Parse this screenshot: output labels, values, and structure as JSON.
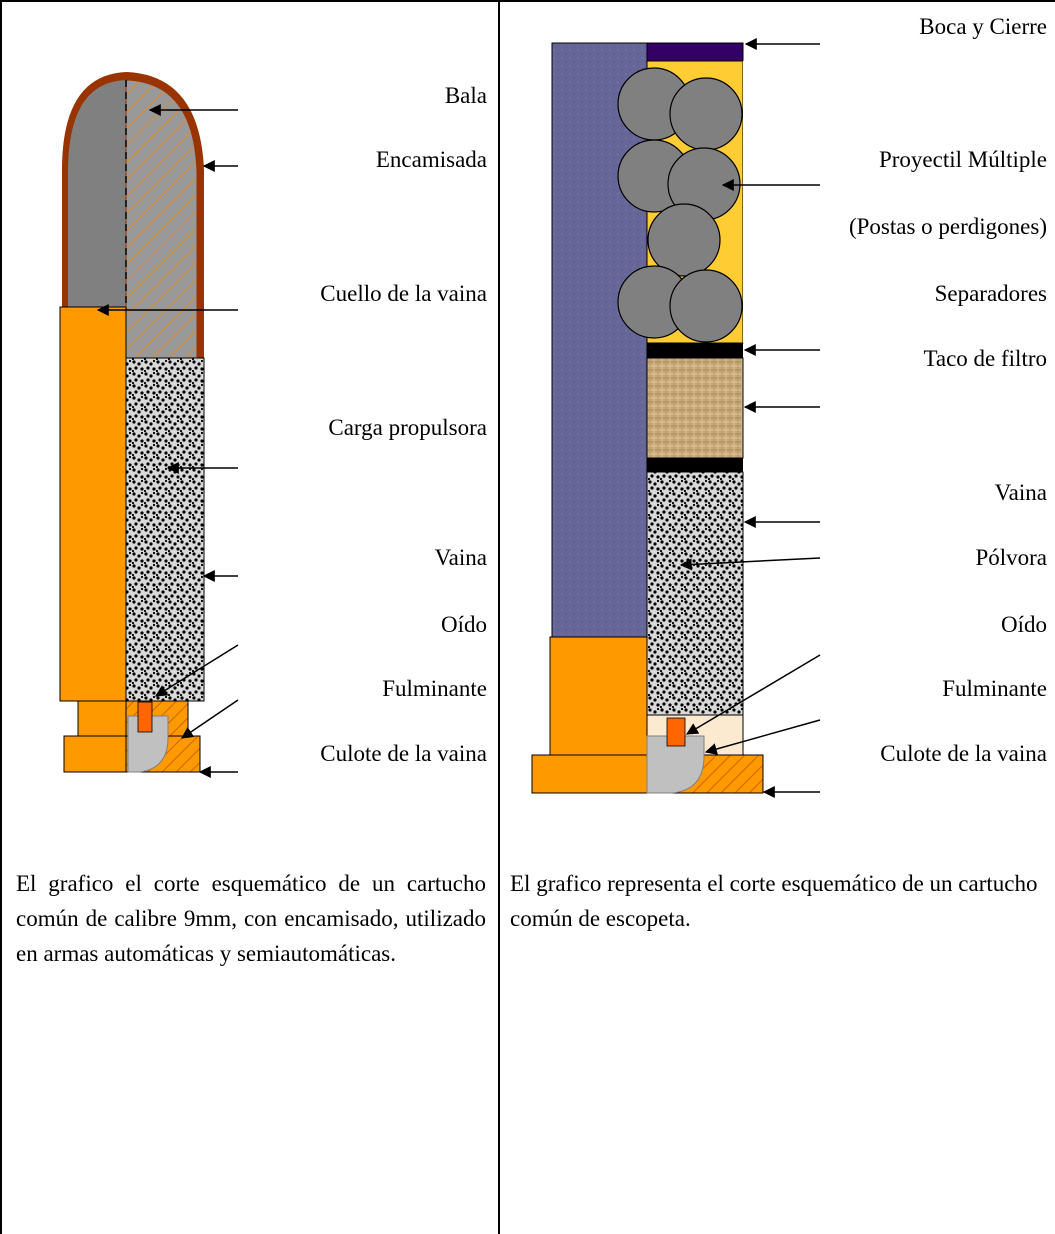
{
  "left_labels": {
    "bala": "Bala",
    "encamisada": "Encamisada",
    "cuello": "Cuello de la vaina",
    "carga": "Carga propulsora",
    "vaina": "Vaina",
    "oido": "Oído",
    "fulminante": "Fulminante",
    "culote": "Culote de la vaina"
  },
  "right_labels": {
    "boca": "Boca y Cierre",
    "proyectil": "Proyectil Múltiple",
    "postas": "(Postas o perdigones)",
    "separadores": "Separadores",
    "taco": "Taco de filtro",
    "vaina": "Vaina",
    "polvora": "Pólvora",
    "oido": "Oído",
    "fulminante": "Fulminante",
    "culote": "Culote de la vaina"
  },
  "captions": {
    "left": "El grafico el corte esquemático de un cartucho común de calibre 9mm, con encamisado, utilizado en armas automáticas y semiautomáticas.",
    "right": "El grafico representa el corte esquemático de un cartucho común de escopeta."
  },
  "colors": {
    "brass": "#ff9900",
    "bullet_gray": "#808080",
    "jacket": "#993300",
    "shell_blue": "#666699",
    "shot_fill": "#ffcc33",
    "top_crimp": "#330066"
  }
}
